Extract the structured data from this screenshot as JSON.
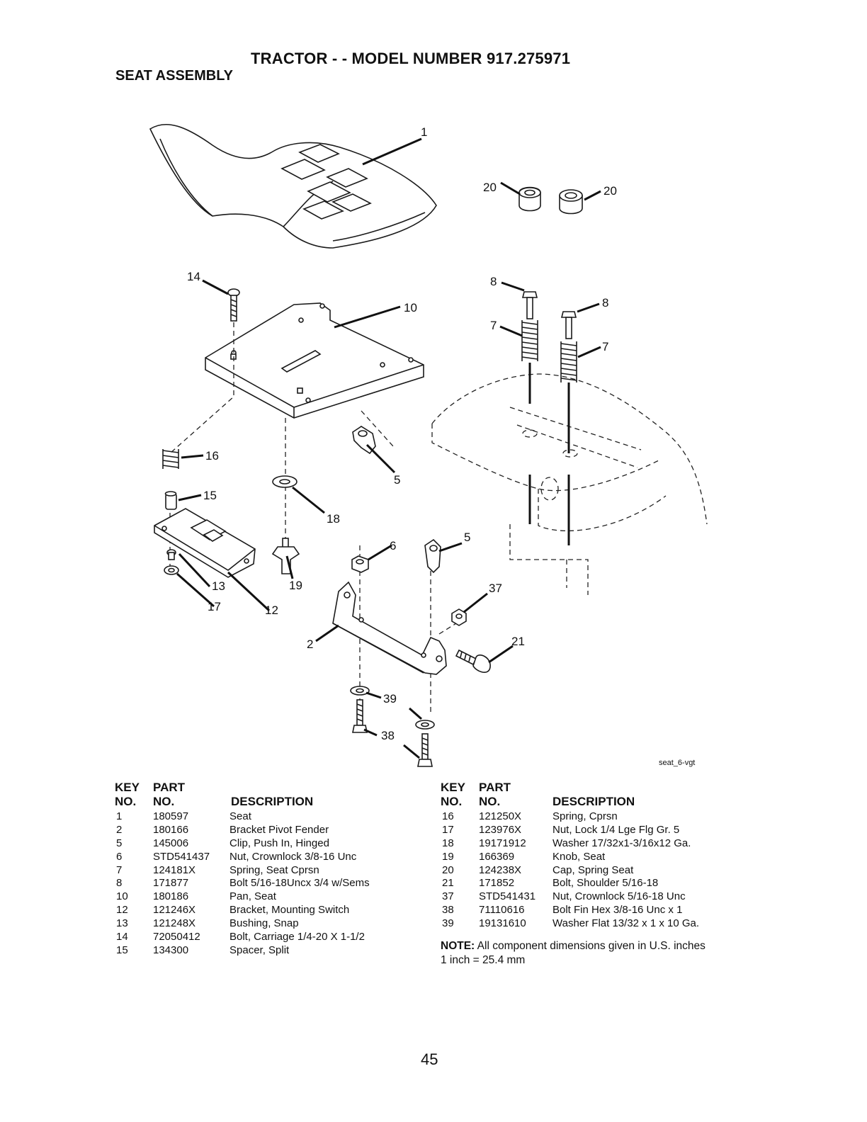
{
  "title": "TRACTOR - - MODEL NUMBER 917.275971",
  "subtitle": "SEAT ASSEMBLY",
  "diagram": {
    "reference": "seat_6-vgt",
    "callouts": [
      "1",
      "14",
      "10",
      "20",
      "20",
      "8",
      "8",
      "7",
      "7",
      "16",
      "15",
      "18",
      "5",
      "5",
      "6",
      "37",
      "13",
      "17",
      "19",
      "12",
      "2",
      "21",
      "39",
      "38"
    ]
  },
  "table_headers": {
    "key_top": "KEY",
    "key_bottom": "NO.",
    "part_top": "PART",
    "part_bottom": "NO.",
    "description": "DESCRIPTION"
  },
  "parts_left": [
    {
      "key": "1",
      "part": "180597",
      "desc": "Seat"
    },
    {
      "key": "2",
      "part": "180166",
      "desc": "Bracket Pivot Fender"
    },
    {
      "key": "5",
      "part": "145006",
      "desc": "Clip, Push In, Hinged"
    },
    {
      "key": "6",
      "part": "STD541437",
      "desc": "Nut, Crownlock 3/8-16 Unc"
    },
    {
      "key": "7",
      "part": "124181X",
      "desc": "Spring, Seat Cprsn"
    },
    {
      "key": "8",
      "part": "171877",
      "desc": "Bolt 5/16-18Uncx 3/4 w/Sems"
    },
    {
      "key": "10",
      "part": "180186",
      "desc": "Pan, Seat"
    },
    {
      "key": "12",
      "part": "121246X",
      "desc": "Bracket, Mounting Switch"
    },
    {
      "key": "13",
      "part": "121248X",
      "desc": "Bushing, Snap"
    },
    {
      "key": "14",
      "part": "72050412",
      "desc": "Bolt, Carriage 1/4-20 X 1-1/2"
    },
    {
      "key": "15",
      "part": "134300",
      "desc": "Spacer, Split"
    }
  ],
  "parts_right": [
    {
      "key": "16",
      "part": "121250X",
      "desc": "Spring, Cprsn"
    },
    {
      "key": "17",
      "part": "123976X",
      "desc": "Nut, Lock 1/4 Lge Flg Gr. 5"
    },
    {
      "key": "18",
      "part": "19171912",
      "desc": "Washer 17/32x1-3/16x12 Ga."
    },
    {
      "key": "19",
      "part": "166369",
      "desc": "Knob, Seat"
    },
    {
      "key": "20",
      "part": "124238X",
      "desc": "Cap, Spring Seat"
    },
    {
      "key": "21",
      "part": "171852",
      "desc": "Bolt, Shoulder 5/16-18"
    },
    {
      "key": "37",
      "part": "STD541431",
      "desc": "Nut, Crownlock 5/16-18 Unc"
    },
    {
      "key": "38",
      "part": "71110616",
      "desc": "Bolt Fin Hex 3/8-16 Unc x 1"
    },
    {
      "key": "39",
      "part": "19131610",
      "desc": "Washer Flat 13/32 x 1 x 10 Ga."
    }
  ],
  "note": {
    "label": "NOTE:",
    "text": "All component dimensions given in U.S. inches",
    "conversion": "1 inch = 25.4 mm"
  },
  "page_number": "45"
}
